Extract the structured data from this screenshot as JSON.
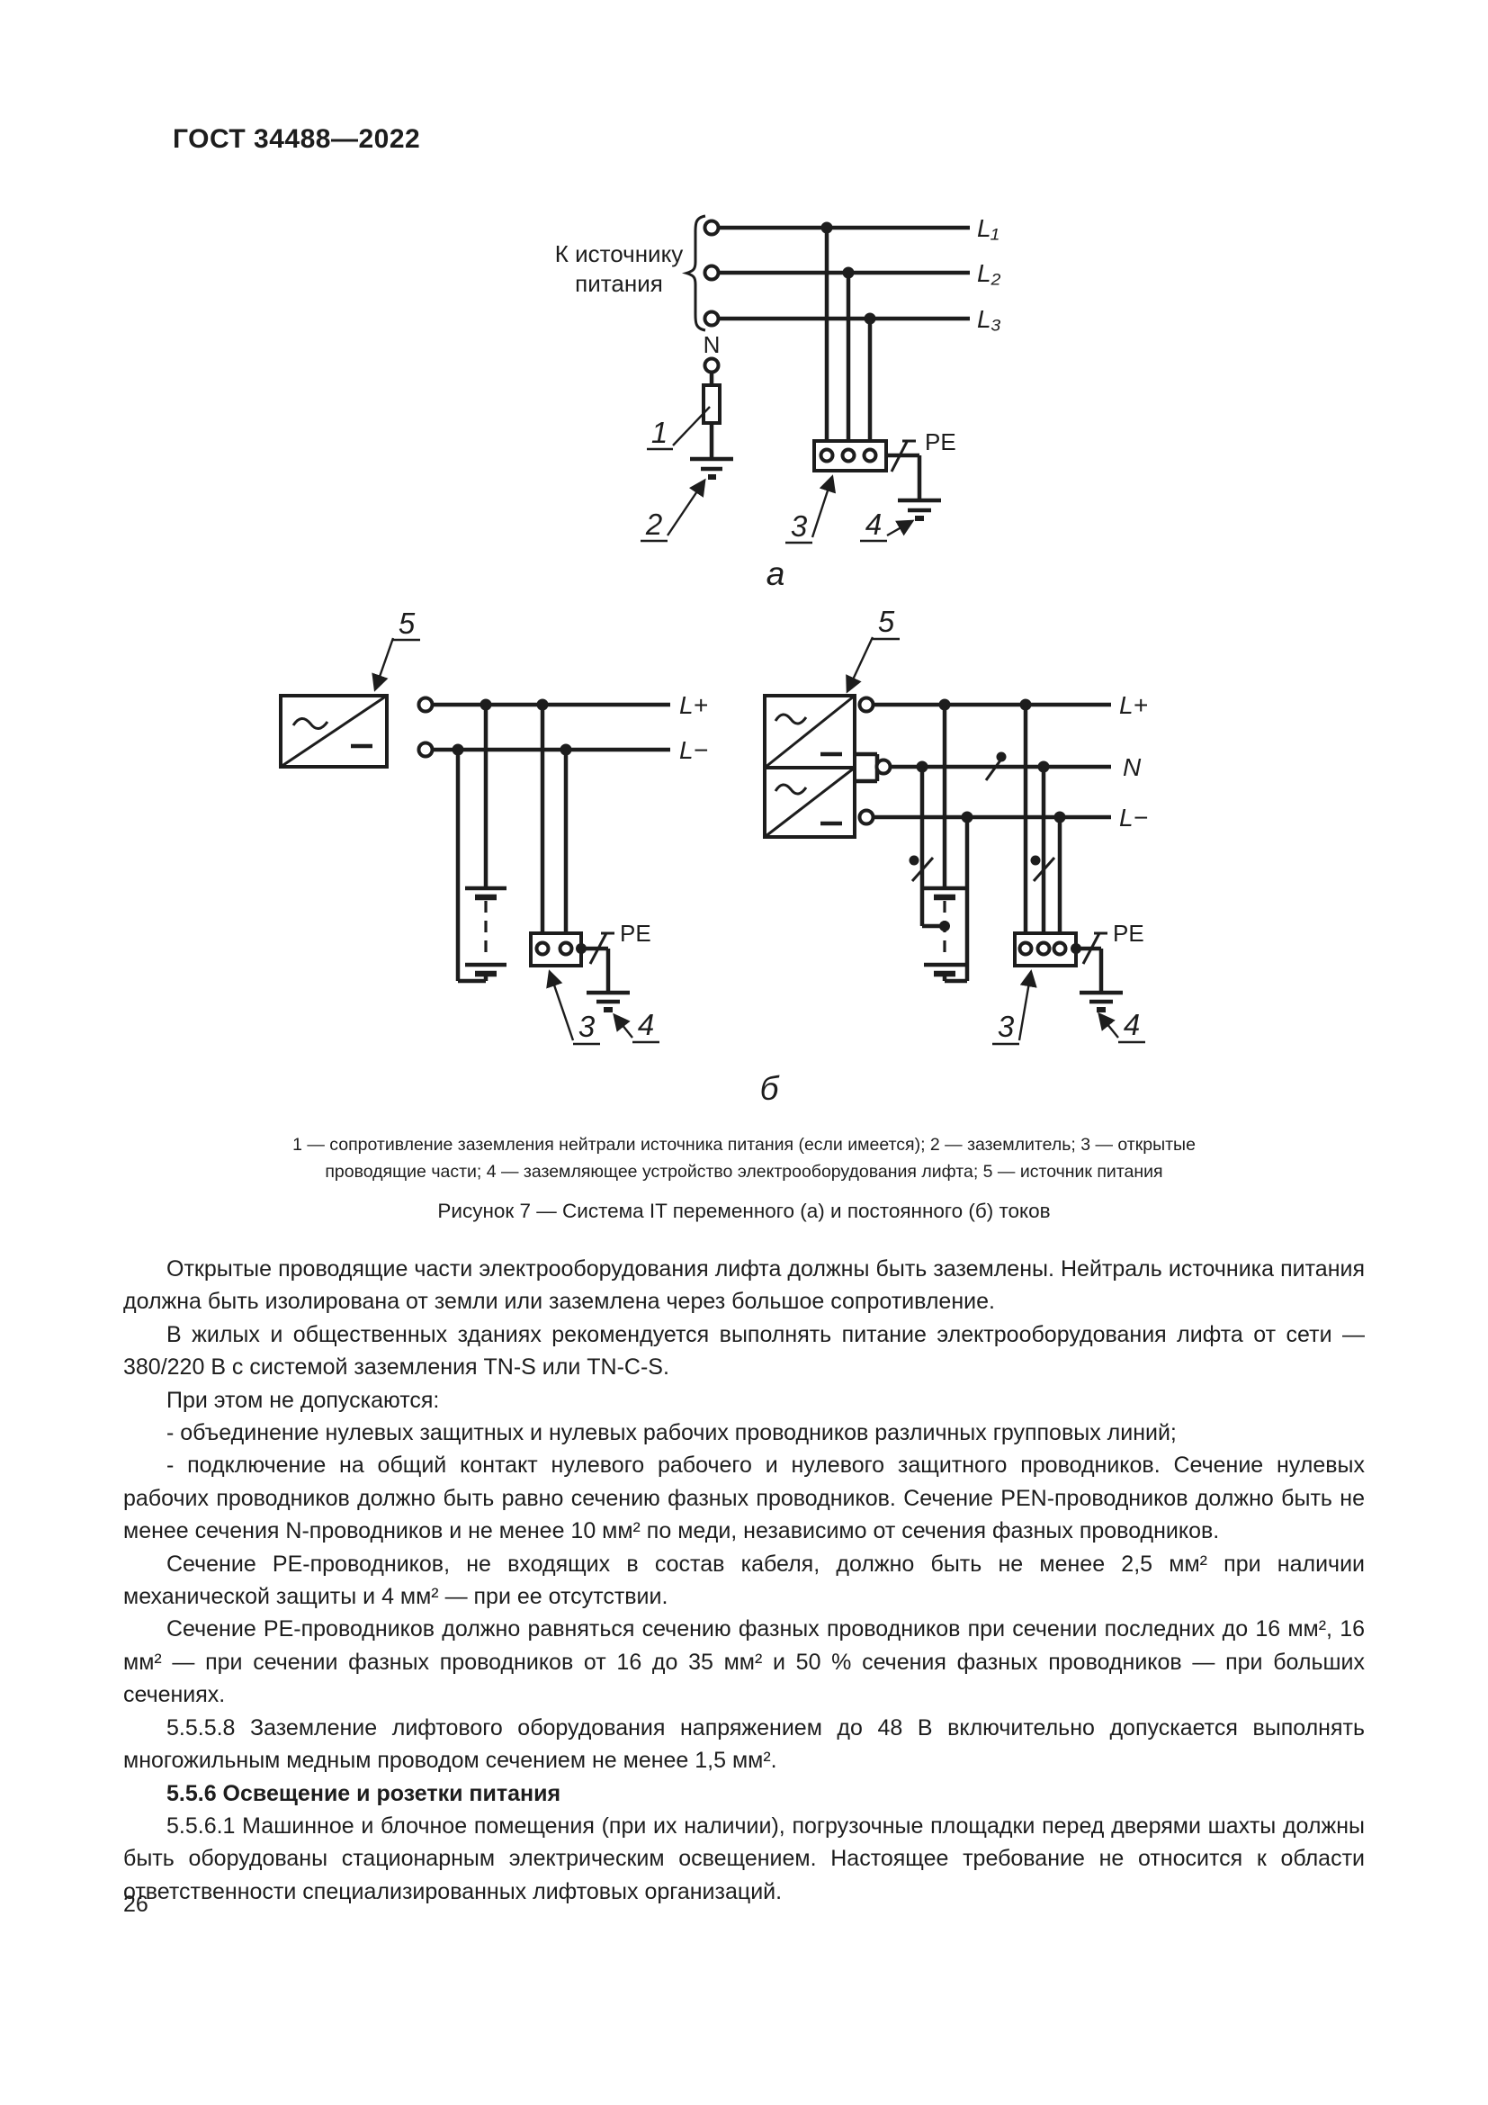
{
  "page": {
    "header": "ГОСТ 34488—2022",
    "page_number": "26"
  },
  "figure": {
    "caption": "Рисунок 7 — Система IT переменного (а) и постоянного (б) токов",
    "legend_line1": "1 — сопротивление заземления нейтрали источника питания (если имеется); 2 — заземлитель; 3 — открытые",
    "legend_line2": "проводящие части; 4 — заземляющее устройство электрооборудования лифта; 5 — источник питания",
    "sub_label_a": "а",
    "sub_label_b": "б"
  },
  "diagram_a": {
    "source_line1": "К источнику",
    "source_line2": "питания",
    "line1": "L₁",
    "line2": "L₂",
    "line3": "L₃",
    "neutral": "N",
    "pe": "PE",
    "ref1": "1",
    "ref2": "2",
    "ref3": "3",
    "ref4": "4"
  },
  "diagram_b_left": {
    "ref5": "5",
    "lplus": "L+",
    "lminus": "L−",
    "pe": "PE",
    "ref3": "3",
    "ref4": "4"
  },
  "diagram_b_right": {
    "ref5": "5",
    "lplus": "L+",
    "neutral": "N",
    "lminus": "L−",
    "pe": "PE",
    "ref3": "3",
    "ref4": "4"
  },
  "body": {
    "paragraphs": [
      {
        "text": "Открытые проводящие части электрооборудования лифта должны быть заземлены. Нейтраль источника питания должна быть изолирована от земли или заземлена через большое сопротивление.",
        "bold": false
      },
      {
        "text": "В жилых и общественных зданиях рекомендуется выполнять питание электрооборудования лифта от сети — 380/220 В с системой заземления TN-S или TN-C-S.",
        "bold": false
      },
      {
        "text": "При этом не допускаются:",
        "bold": false
      },
      {
        "text": "- объединение нулевых защитных и нулевых рабочих проводников различных групповых линий;",
        "bold": false
      },
      {
        "text": "- подключение на общий контакт нулевого рабочего и нулевого защитного проводников. Сечение нулевых рабочих проводников должно быть равно сечению фазных проводников. Сечение PEN-проводников должно быть не менее сечения N-проводников и не менее 10 мм² по меди, независимо от сечения фазных проводников.",
        "bold": false
      },
      {
        "text": "Сечение PE-проводников, не входящих в состав кабеля, должно быть не менее 2,5 мм² при наличии механической защиты и 4 мм² — при ее отсутствии.",
        "bold": false
      },
      {
        "text": "Сечение PE-проводников должно равняться сечению фазных проводников при сечении последних до 16 мм², 16 мм² — при сечении фазных проводников от 16 до 35 мм² и 50 % сечения фазных проводников — при больших сечениях.",
        "bold": false
      },
      {
        "text": "5.5.5.8 Заземление лифтового оборудования напряжением до 48 В включительно допускается выполнять многожильным медным проводом сечением не менее 1,5 мм².",
        "bold": false
      },
      {
        "text": "5.5.6 Освещение и розетки питания",
        "bold": true
      },
      {
        "text": "5.5.6.1 Машинное и блочное помещения (при их наличии), погрузочные площадки перед дверями шахты должны быть оборудованы стационарным электрическим освещением. Настоящее требование не относится к области ответственности специализированных лифтовых организаций.",
        "bold": false
      }
    ]
  }
}
